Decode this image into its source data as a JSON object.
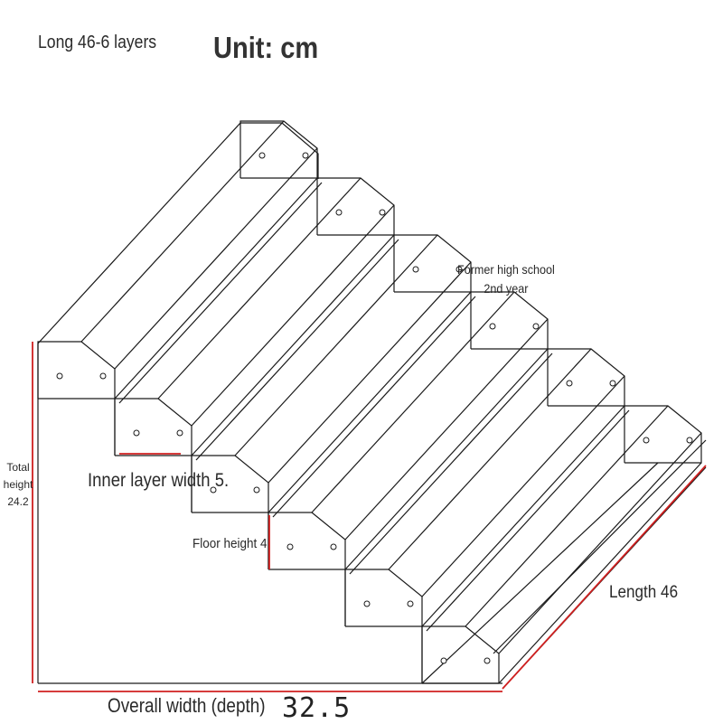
{
  "header": {
    "title": "Long 46-6 layers",
    "unit": "Unit: cm"
  },
  "annotations": {
    "former_line1": "Former high school",
    "former_line2": "2nd year",
    "total_line1": "Total",
    "total_line2": "height",
    "total_line3": "24.2",
    "inner_width": "Inner layer width 5.",
    "floor_height": "Floor height 4",
    "length": "Length 46",
    "overall_width": "Overall width (depth)",
    "overall_width_value": "32.5"
  },
  "diagram": {
    "layers": 6,
    "line_color": "#1a1a1a",
    "dimension_color": "#d02020"
  }
}
